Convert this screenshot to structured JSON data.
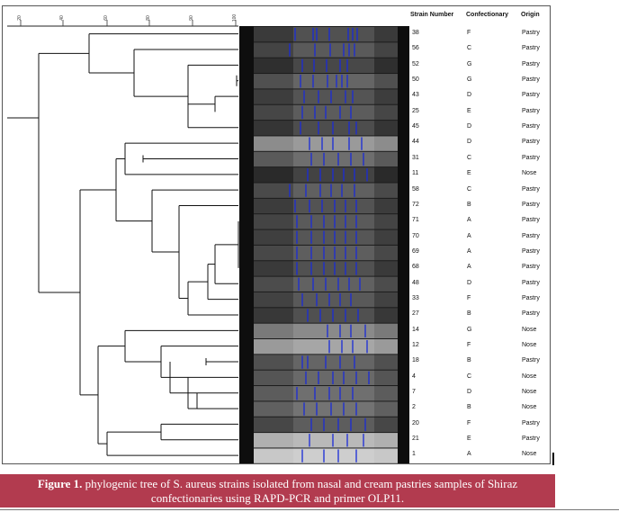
{
  "scale": {
    "ticks": [
      "20",
      "40",
      "60",
      "80",
      "90",
      "100"
    ]
  },
  "table": {
    "headers": {
      "strain": "Strain Number",
      "confectionary": "Confectionary",
      "origin": "Origin"
    },
    "rows": [
      {
        "strain": "38",
        "confectionary": "F",
        "origin": "Pastry"
      },
      {
        "strain": "56",
        "confectionary": "C",
        "origin": "Pastry"
      },
      {
        "strain": "52",
        "confectionary": "G",
        "origin": "Pastry"
      },
      {
        "strain": "50",
        "confectionary": "G",
        "origin": "Pastry"
      },
      {
        "strain": "43",
        "confectionary": "D",
        "origin": "Pastry"
      },
      {
        "strain": "25",
        "confectionary": "E",
        "origin": "Pastry"
      },
      {
        "strain": "45",
        "confectionary": "D",
        "origin": "Pastry"
      },
      {
        "strain": "44",
        "confectionary": "D",
        "origin": "Pastry"
      },
      {
        "strain": "31",
        "confectionary": "C",
        "origin": "Pastry"
      },
      {
        "strain": "11",
        "confectionary": "E",
        "origin": "Nose"
      },
      {
        "strain": "58",
        "confectionary": "C",
        "origin": "Pastry"
      },
      {
        "strain": "72",
        "confectionary": "B",
        "origin": "Pastry"
      },
      {
        "strain": "71",
        "confectionary": "A",
        "origin": "Pastry"
      },
      {
        "strain": "70",
        "confectionary": "A",
        "origin": "Pastry"
      },
      {
        "strain": "69",
        "confectionary": "A",
        "origin": "Pastry"
      },
      {
        "strain": "68",
        "confectionary": "A",
        "origin": "Pastry"
      },
      {
        "strain": "48",
        "confectionary": "D",
        "origin": "Pastry"
      },
      {
        "strain": "33",
        "confectionary": "F",
        "origin": "Pastry"
      },
      {
        "strain": "27",
        "confectionary": "B",
        "origin": "Pastry"
      },
      {
        "strain": "14",
        "confectionary": "G",
        "origin": "Nose"
      },
      {
        "strain": "12",
        "confectionary": "F",
        "origin": "Nose"
      },
      {
        "strain": "18",
        "confectionary": "B",
        "origin": "Pastry"
      },
      {
        "strain": "4",
        "confectionary": "C",
        "origin": "Nose"
      },
      {
        "strain": "7",
        "confectionary": "D",
        "origin": "Nose"
      },
      {
        "strain": "2",
        "confectionary": "B",
        "origin": "Nose"
      },
      {
        "strain": "20",
        "confectionary": "F",
        "origin": "Pastry"
      },
      {
        "strain": "21",
        "confectionary": "E",
        "origin": "Pastry"
      },
      {
        "strain": "1",
        "confectionary": "A",
        "origin": "Nose"
      }
    ]
  },
  "caption": {
    "label": "Figure 1.",
    "line1": " phylogenic tree of S. aureus strains isolated from nasal and cream pastries samples of Shiraz",
    "line2": "confectionaries using RAPD-PCR and primer OLP11."
  },
  "colors": {
    "caption_bg": "#b23b4f",
    "band_line": "#1a2bd8",
    "gel_dark": "#1c1c1c"
  }
}
